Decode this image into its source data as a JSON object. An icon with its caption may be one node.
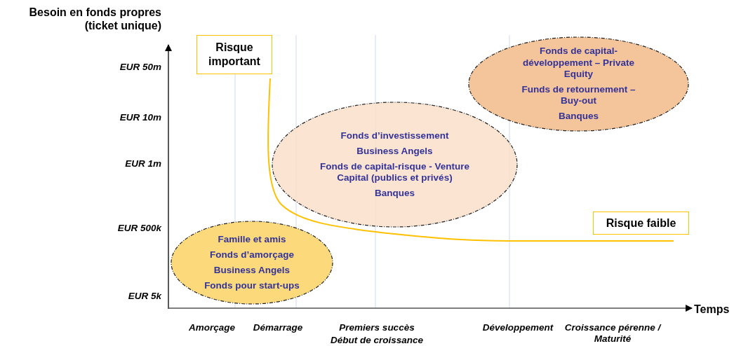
{
  "diagram": {
    "nodes": [
      {
        "text": [
          "Risque important"
        ]
      },
      {
        "text": [
          "Fonds de capital-développement – Private Equity",
          "Funds de retournement – Buy-out",
          "Banques"
        ]
      },
      {
        "text": [
          "Fonds d’investissement",
          "Business Angels",
          "Fonds de capital-risque - Venture Capital (publics et privés)",
          "Banques"
        ]
      },
      {
        "text": [
          "Risque faible"
        ]
      },
      {
        "text": [
          "Famille et amis",
          "Fonds d’amorçage",
          "Business Angels",
          "Fonds pour start-ups"
        ]
      }
    ],
    "edges": [
      {
        "from": 0,
        "to": 3,
        "arrow": "none"
      }
    ],
    "labels": [
      "Besoin en fonds propres (ticket unique)",
      "EUR 50m",
      "EUR 10m",
      "EUR 1m",
      "EUR 500k",
      "EUR 5k",
      "Temps",
      "Amorçage",
      "Démarrage",
      "Premiers succès",
      "Début de croissance",
      "Développement",
      "Croissance pérenne / Maturité"
    ]
  }
}
